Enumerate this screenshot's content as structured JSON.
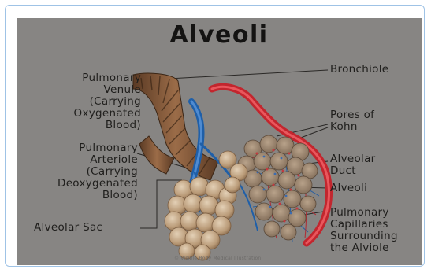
{
  "diagram": {
    "title": "Alveoli",
    "labels_left": {
      "venule": [
        "Pulmonary",
        "Venule",
        "(Carrying",
        "Oxygenated",
        "Blood)"
      ],
      "arteriole": [
        "Pulmonary",
        "Arteriole",
        "(Carrying",
        "Deoxygenated",
        "Blood)"
      ],
      "sac": "Alveolar Sac"
    },
    "labels_right": {
      "bronchiole": "Bronchiole",
      "pores": [
        "Pores of",
        "Kohn"
      ],
      "duct": [
        "Alveolar",
        "Duct"
      ],
      "alveoli": "Alveoli",
      "capillaries": [
        "Pulmonary",
        "Capillaries",
        "Surrounding",
        "the Alviole"
      ]
    },
    "credit": "© Visible Body Medical Illustration",
    "colors": {
      "background": "#878583",
      "card_border": "#9fc3e6",
      "bronchiole": "#7a5236",
      "vein": "#1f5fa8",
      "artery": "#c2262e",
      "alveolus": "#c6ad8f",
      "text": "#1f1e1c"
    }
  }
}
